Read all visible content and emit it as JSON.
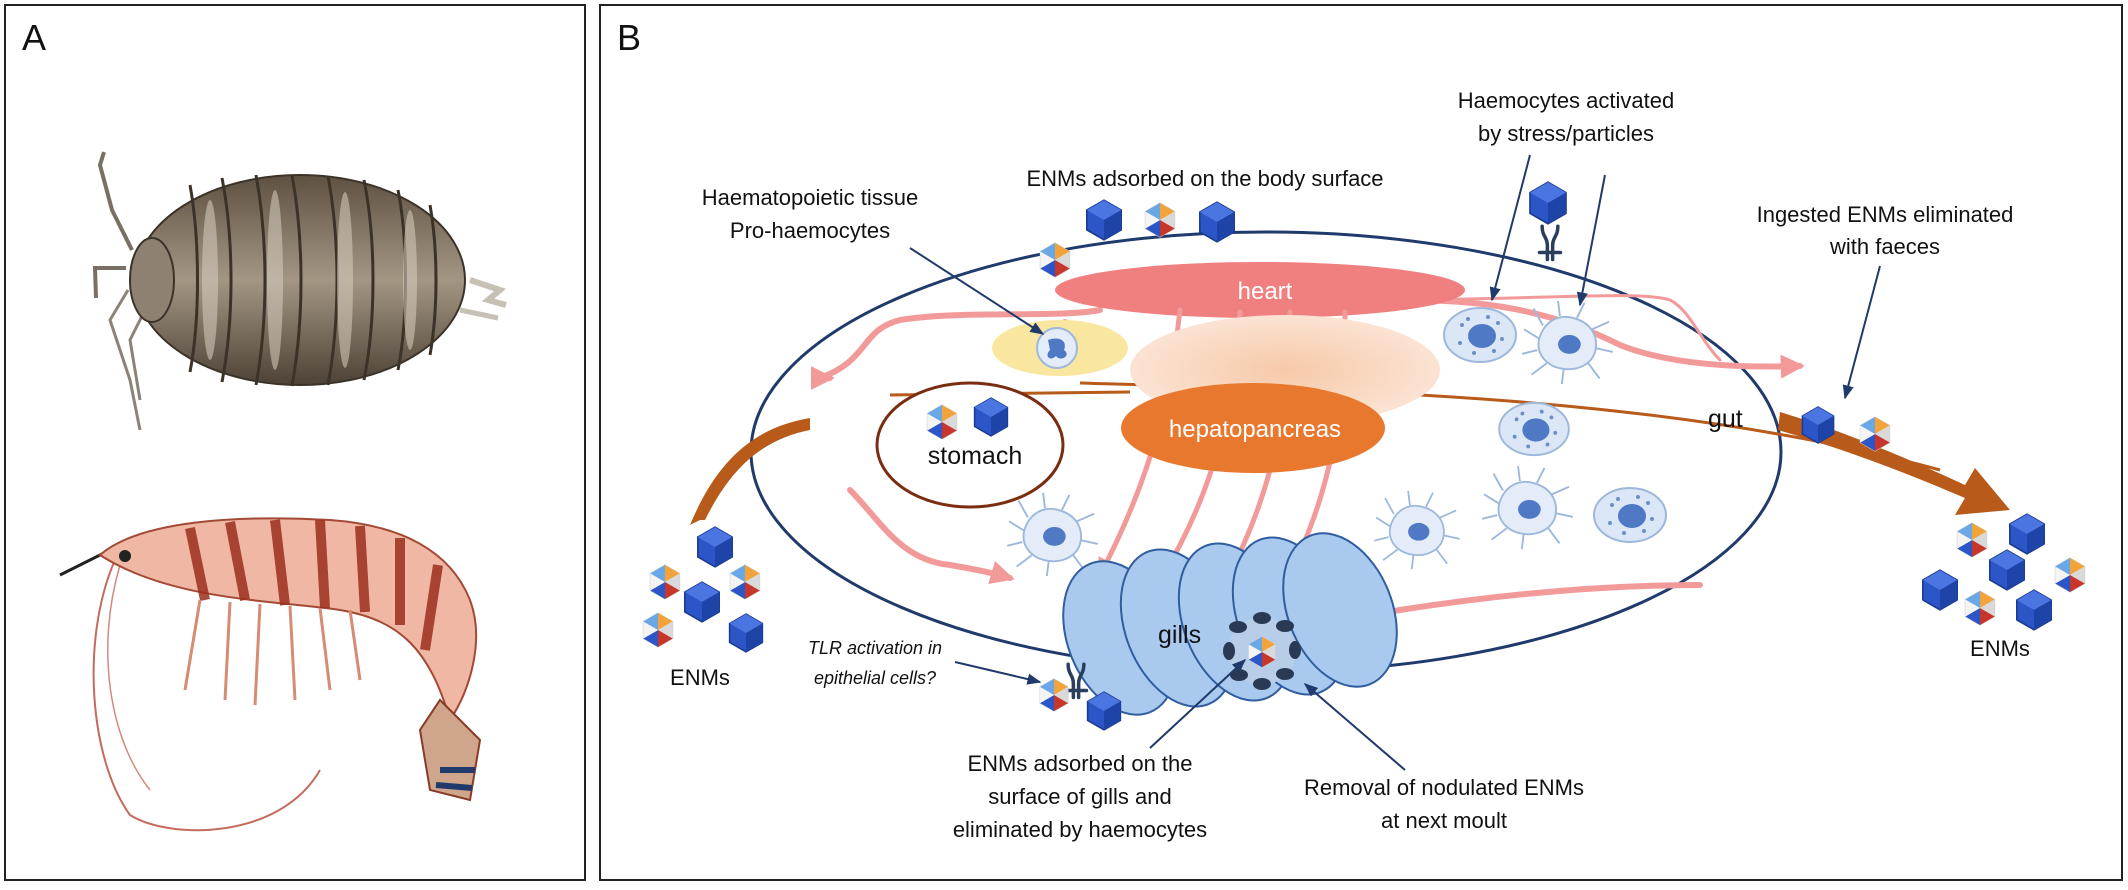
{
  "panels": {
    "a_letter": "A",
    "b_letter": "B"
  },
  "organs": {
    "heart": "heart",
    "hepatopancreas": "hepatopancreas",
    "stomach": "stomach",
    "gut": "gut",
    "gills": "gills"
  },
  "labels": {
    "haemocytes_activated_1": "Haemocytes activated",
    "haemocytes_activated_2": "by stress/particles",
    "body_surface": "ENMs adsorbed on the body surface",
    "haematopoietic_1": "Haematopoietic tissue",
    "haematopoietic_2": "Pro-haemocytes",
    "ingested_1": "Ingested ENMs eliminated",
    "ingested_2": "with faeces",
    "enms_left": "ENMs",
    "enms_right": "ENMs",
    "tlr_1": "TLR activation in",
    "tlr_2": "epithelial cells?",
    "gill_surface_1": "ENMs adsorbed on the",
    "gill_surface_2": "surface of gills and",
    "gill_surface_3": "eliminated by haemocytes",
    "moult_1": "Removal of nodulated ENMs",
    "moult_2": "at next moult"
  },
  "icons": {
    "particle_blue": "blue-hexagon-particle-icon",
    "particle_multi": "multicolor-particle-icon",
    "receptor": "tlr-receptor-icon",
    "haemocyte": "haemocyte-cell-icon",
    "isopod": "isopod-illustration",
    "shrimp": "shrimp-illustration"
  },
  "colors": {
    "body_outline": "#1f3a6b",
    "heart": "#f08080",
    "circulation": "#f29a9a",
    "hepatopancreas": "#e9782f",
    "hepatopancreas_halo": "#f7c9a8",
    "gut": "#b85a1a",
    "gills": "#a9c9ee",
    "particle_blue": "#2c55c8",
    "haematopoietic": "#f9e7a0"
  }
}
